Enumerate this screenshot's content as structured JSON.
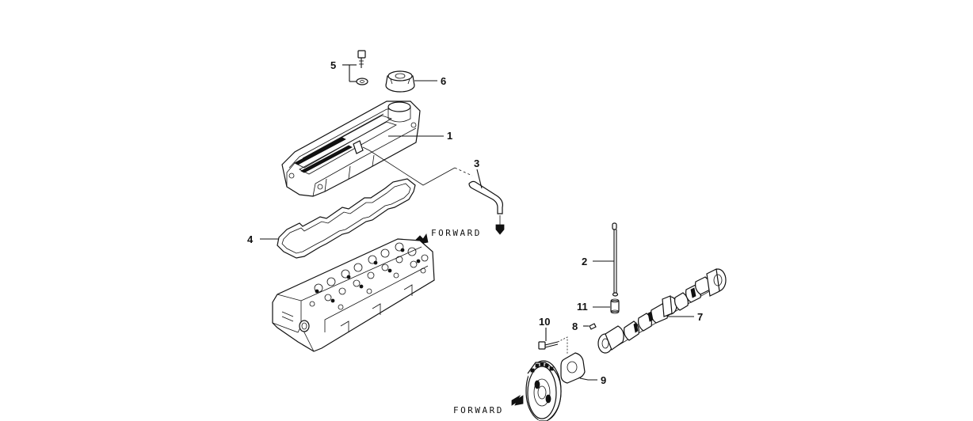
{
  "diagram": {
    "direction_labels": {
      "top": "FORWARD",
      "bottom": "FORWARD"
    },
    "callouts": [
      {
        "id": "1",
        "label": "1"
      },
      {
        "id": "2",
        "label": "2"
      },
      {
        "id": "3",
        "label": "3"
      },
      {
        "id": "4",
        "label": "4"
      },
      {
        "id": "5",
        "label": "5"
      },
      {
        "id": "6",
        "label": "6"
      },
      {
        "id": "7",
        "label": "7"
      },
      {
        "id": "8",
        "label": "8"
      },
      {
        "id": "9",
        "label": "9"
      },
      {
        "id": "10",
        "label": "10"
      },
      {
        "id": "11",
        "label": "11"
      }
    ]
  }
}
